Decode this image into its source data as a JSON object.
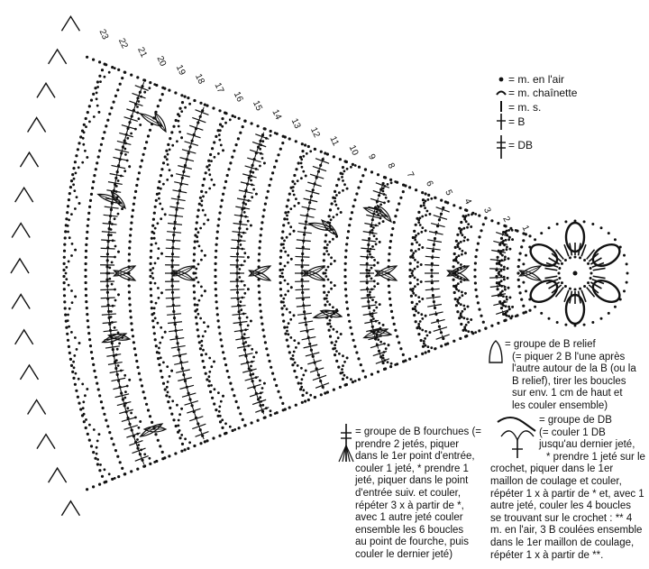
{
  "legend": [
    {
      "symbol": "chain-dot",
      "text": "= m. en l'air"
    },
    {
      "symbol": "chain-arc",
      "text": "= m. chaînette"
    },
    {
      "symbol": "single-crochet",
      "text": "= m. s."
    },
    {
      "symbol": "double-crochet",
      "text": "= B"
    },
    {
      "symbol": "treble-crochet",
      "text": "= DB"
    }
  ],
  "row_numbers": [
    "1",
    "2",
    "3",
    "4",
    "5",
    "6",
    "7",
    "8",
    "9",
    "10",
    "11",
    "12",
    "13",
    "14",
    "15",
    "16",
    "17",
    "18",
    "19",
    "20",
    "21",
    "22",
    "23"
  ],
  "notes": {
    "relief": {
      "lines": [
        "= groupe de B relief",
        "(= piquer 2 B l'une après",
        "l'autre autour de la B (ou la",
        "B relief), tirer les boucles",
        "sur env. 1 cm de haut et",
        "les couler ensemble)"
      ]
    },
    "fork": {
      "lines": [
        "= groupe de B fourchues (=",
        "prendre 2 jetés, piquer",
        "dans le 1er point d'entrée,",
        "couler 1 jeté, * prendre 1",
        "jeté, piquer dans le point",
        "d'entrée suiv. et couler,",
        "répéter 3 x à partir de *,",
        "avec 1 autre jeté couler",
        "ensemble les 6 boucles",
        "au point de fourche, puis",
        "couler le dernier jeté)"
      ]
    },
    "db_group": {
      "lines": [
        "= groupe de DB",
        "(= couler 1 DB",
        "jusqu'au dernier jeté,",
        "* prendre 1 jeté sur le",
        "crochet, piquer dans le 1er",
        "maillon de coulage et couler,",
        "répéter 1 x à partir de * et, avec 1",
        "autre jeté, couler les 4 boucles",
        "se trouvant sur le crochet : ** 4",
        "m. en l'air, 3 B coulées ensemble",
        "dans le 1er maillon de coulage,",
        "répéter 1 x à partir de **."
      ]
    }
  }
}
